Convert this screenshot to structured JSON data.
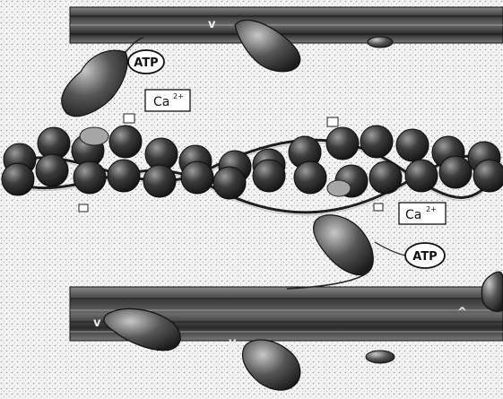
{
  "labels": {
    "atp_top": "ATP",
    "atp_bottom": "ATP",
    "ca_top": "Ca",
    "ca_top_charge": "2+",
    "ca_bottom": "Ca",
    "ca_bottom_charge": "2+"
  },
  "colors": {
    "background": "#ffffff",
    "stipple": "#d6d6d6",
    "filament": "#3a3a3a",
    "actin_bead": "#2e2e2e",
    "myosin_head": "#4a4a4a",
    "label_box_fill": "#ffffff",
    "label_stroke": "#111111"
  },
  "icons": [
    "actin-bead-icon",
    "myosin-head-icon",
    "troponin-icon",
    "tropomyosin-strand-icon"
  ]
}
